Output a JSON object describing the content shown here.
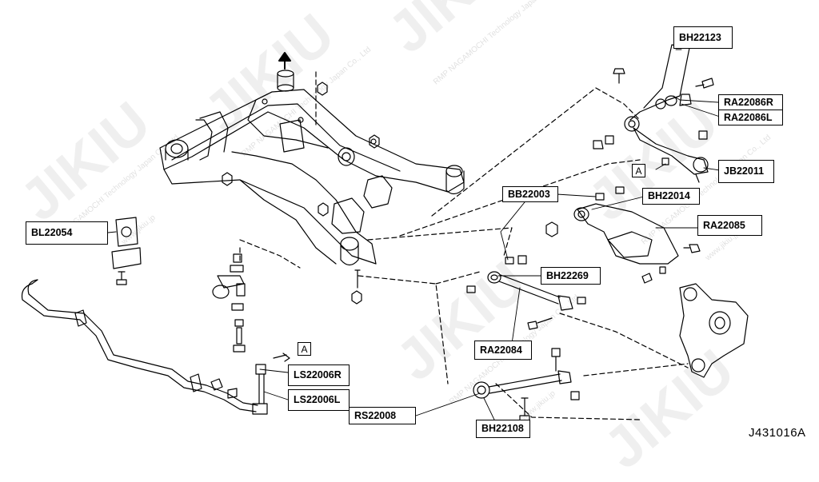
{
  "watermark": {
    "brand": "JIKIU",
    "company": "RMP NAGAMOCHI Technology Japan Co., Ltd",
    "site": "www.jikiu.jp"
  },
  "callouts": [
    {
      "key": "bh22123",
      "label": "BH22123"
    },
    {
      "key": "ra22086r",
      "label": "RA22086R"
    },
    {
      "key": "ra22086l",
      "label": "RA22086L"
    },
    {
      "key": "jb22011",
      "label": "JB22011"
    },
    {
      "key": "bb22003",
      "label": "BB22003"
    },
    {
      "key": "bh22014",
      "label": "BH22014"
    },
    {
      "key": "ra22085",
      "label": "RA22085"
    },
    {
      "key": "bl22054",
      "label": "BL22054"
    },
    {
      "key": "bh22269",
      "label": "BH22269"
    },
    {
      "key": "ra22084",
      "label": "RA22084"
    },
    {
      "key": "ls22006r",
      "label": "LS22006R"
    },
    {
      "key": "ls22006l",
      "label": "LS22006L"
    },
    {
      "key": "rs22008",
      "label": "RS22008"
    },
    {
      "key": "bh22108",
      "label": "BH22108"
    }
  ],
  "view_markers": [
    "A",
    "A"
  ],
  "document_number": "J431016A",
  "colors": {
    "line": "#000000",
    "background": "#ffffff",
    "watermark": "#d9d9d9"
  }
}
